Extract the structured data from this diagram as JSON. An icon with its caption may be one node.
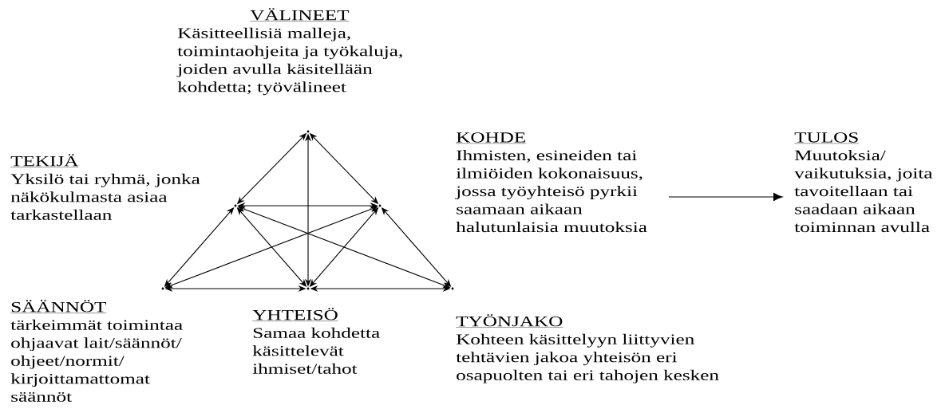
{
  "diagram": {
    "nodes": [
      {
        "text": [
          "VÄLINEET",
          "Käsitteellisiä malleja, toimintaohjeita ja työkaluja, joiden avulla käsitellään kohdetta; työvälineet"
        ]
      },
      {
        "text": [
          "TEKIJÄ",
          "Yksilö tai ryhmä, jonka näkökulmasta asiaa tarkastellaan"
        ]
      },
      {
        "text": [
          "KOHDE",
          "Ihmisten, esineiden tai ilmiöiden kokonaisuus, jossa työyhteisö pyrkii saamaan aikaan halutunlaisia muutoksia"
        ]
      },
      {
        "text": [
          "TULOS",
          "Muutoksia/ vaikutuksia, joita tavoitellaan tai saadaan aikaan toiminnan avulla"
        ]
      },
      {
        "text": [
          "SÄÄNNÖT",
          "tärkeimmät toimintaa ohjaavat lait/säännöt/ ohjeet/normit/ kirjoittamattomat säännöt"
        ]
      },
      {
        "text": [
          "YHTEISÖ",
          "Samaa kohdetta käsittelevät ihmiset/tahot"
        ]
      },
      {
        "text": [
          "TYÖNJAKO",
          "Kohteen käsittelyyn liittyvien tehtävien jakoa yhteisön eri osapuolten tai eri tahojen kesken"
        ]
      }
    ],
    "edges": [
      {
        "from": 1,
        "to": 0,
        "arrow": "both"
      },
      {
        "from": 0,
        "to": 2,
        "arrow": "both"
      },
      {
        "from": 1,
        "to": 2,
        "arrow": "both"
      },
      {
        "from": 0,
        "to": 5,
        "arrow": "both"
      },
      {
        "from": 1,
        "to": 4,
        "arrow": "both"
      },
      {
        "from": 2,
        "to": 6,
        "arrow": "both"
      },
      {
        "from": 1,
        "to": 5,
        "arrow": "both"
      },
      {
        "from": 2,
        "to": 5,
        "arrow": "both"
      },
      {
        "from": 1,
        "to": 6,
        "arrow": "both"
      },
      {
        "from": 2,
        "to": 4,
        "arrow": "both"
      },
      {
        "from": 4,
        "to": 5,
        "arrow": "both"
      },
      {
        "from": 5,
        "to": 6,
        "arrow": "both"
      },
      {
        "from": 2,
        "to": 3,
        "arrow": "to"
      }
    ]
  }
}
